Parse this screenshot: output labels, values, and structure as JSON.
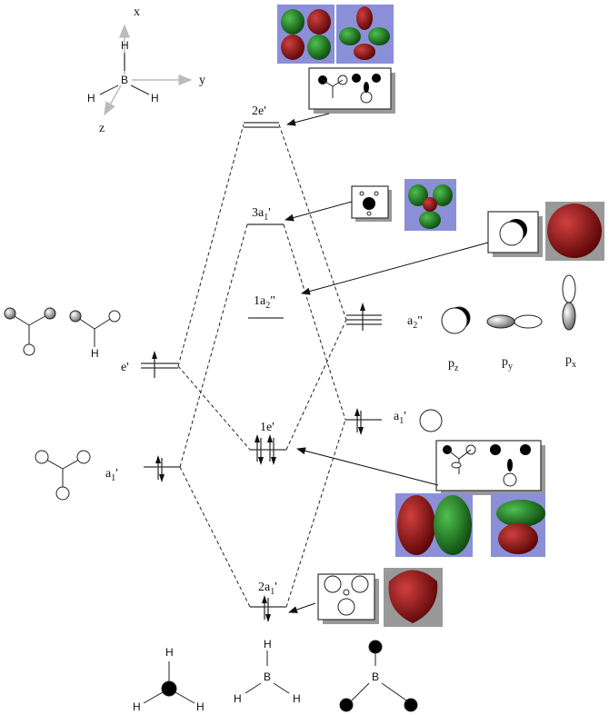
{
  "axes": {
    "x": "x",
    "y": "y",
    "z": "z",
    "h": "H",
    "b": "B"
  },
  "mo_levels": {
    "e2": {
      "main": "2e",
      "prime": "'"
    },
    "a1_3": {
      "main": "3a",
      "sub": "1",
      "prime": "'"
    },
    "a2_1": {
      "main": "1a",
      "sub": "2",
      "prime": "\""
    },
    "e1": {
      "main": "1e",
      "prime": "'"
    },
    "a1_2": {
      "main": "2a",
      "sub": "1",
      "prime": "'"
    }
  },
  "ligand_levels": {
    "e": {
      "main": "e",
      "prime": "'"
    },
    "a1": {
      "main": "a",
      "sub": "1",
      "prime": "'"
    }
  },
  "boron_levels": {
    "a2": {
      "main": "a",
      "sub": "2",
      "prime": "\""
    },
    "a1": {
      "main": "a",
      "sub": "1",
      "prime": "'"
    }
  },
  "p_orbitals": [
    {
      "main": "p",
      "sub": "z"
    },
    {
      "main": "p",
      "sub": "y"
    },
    {
      "main": "p",
      "sub": "x"
    }
  ],
  "bottom": {
    "h": "H",
    "b": "B"
  },
  "colors": {
    "lobe_red": "#8a1010",
    "lobe_green": "#1d7a1d",
    "image_bg": "#8a8fd8"
  }
}
